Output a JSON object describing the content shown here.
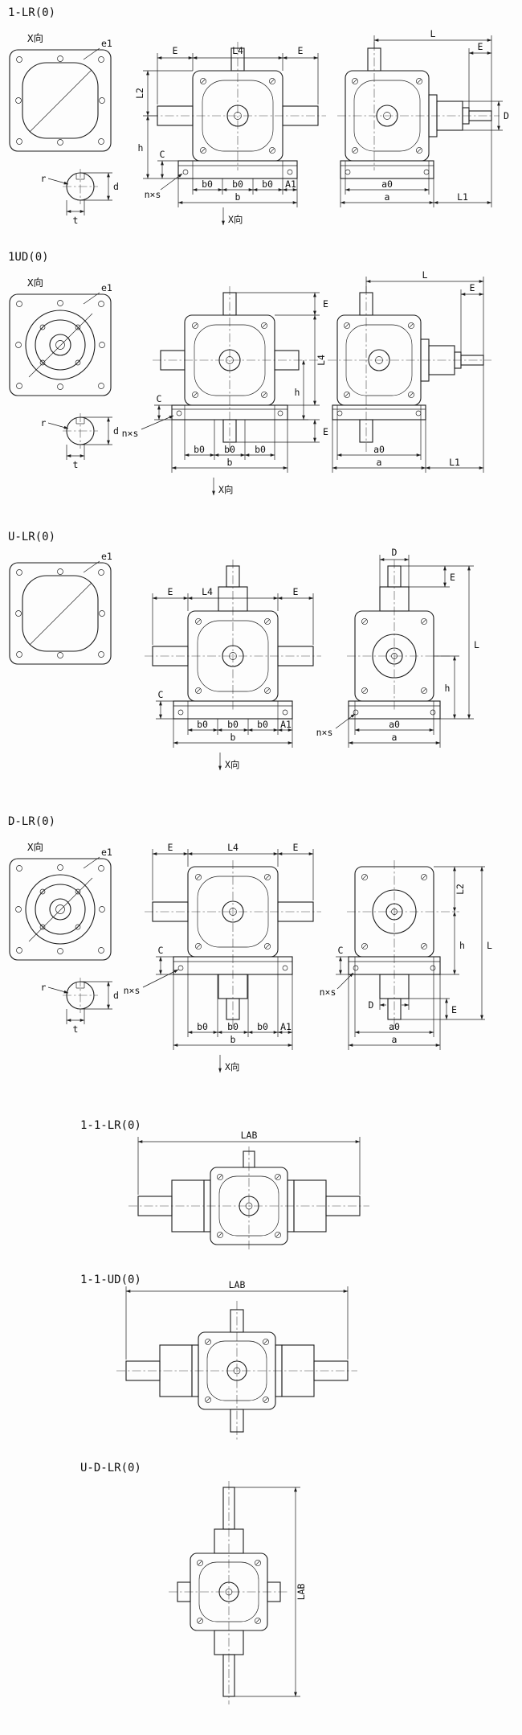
{
  "figure": {
    "type": "technical-drawing",
    "description_visible_views": 7,
    "colors": {
      "line": "#1c1c1c",
      "background": "#fdfdfd",
      "centerline": "#4a4a4a"
    }
  },
  "sections": [
    {
      "title": "1-LR(0)"
    },
    {
      "title": "1UD(0)"
    },
    {
      "title": "U-LR(0)"
    },
    {
      "title": "D-LR(0)"
    },
    {
      "title": "1-1-LR(0)"
    },
    {
      "title": "1-1-UD(0)"
    },
    {
      "title": "U-D-LR(0)"
    }
  ],
  "labels": {
    "x_view": "X向",
    "e1": "e1",
    "r": "r",
    "t": "t",
    "d": "d",
    "E": "E",
    "L4": "L4",
    "L2": "L2",
    "L1": "L1",
    "L": "L",
    "h": "h",
    "C": "C",
    "D": "D",
    "n_x_s": "n×s",
    "b0": "b0",
    "A1": "A1",
    "b": "b",
    "a0": "a0",
    "a": "a",
    "LAB": "LAB"
  }
}
